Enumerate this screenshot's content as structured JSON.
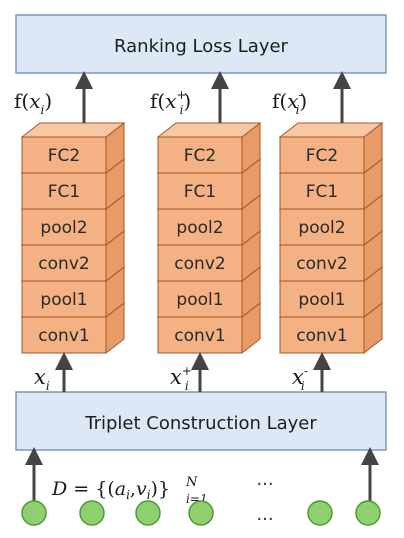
{
  "top_box": {
    "label": "Ranking Loss Layer"
  },
  "bottom_box": {
    "label": "Triplet Construction Layer"
  },
  "columns": [
    {
      "output_label": {
        "f": "f(",
        "x": "x",
        "sub": "i",
        "sup": "",
        "close": ")"
      },
      "input_label": {
        "x": "x",
        "sub": "i",
        "sup": ""
      }
    },
    {
      "output_label": {
        "f": "f(",
        "x": "x",
        "sub": "i",
        "sup": "+",
        "close": ")"
      },
      "input_label": {
        "x": "x",
        "sub": "i",
        "sup": "+"
      }
    },
    {
      "output_label": {
        "f": "f(",
        "x": "x",
        "sub": "i",
        "sup": "-",
        "close": ")"
      },
      "input_label": {
        "x": "x",
        "sub": "i",
        "sup": "-"
      }
    }
  ],
  "layers_top_to_bottom": [
    "FC2",
    "FC1",
    "pool2",
    "conv2",
    "pool1",
    "conv1"
  ],
  "dataset_formula": {
    "D": "D",
    "eq": " = {(",
    "a": "a",
    "a_sub": "i",
    "comma": ",",
    "v": "v",
    "v_sub": "i",
    "close": ")}",
    "upper": "N",
    "lower": "i=1"
  },
  "ellipsis_top": "...",
  "ellipsis_bottom": "...",
  "colors": {
    "box_fill": "#dce8f5",
    "box_stroke": "#7f97b2",
    "block_front": "#f4b183",
    "block_top": "#f8c8a4",
    "block_side": "#e89b66",
    "block_stroke": "#a5582a",
    "node_fill": "#8fcf6e",
    "node_stroke": "#4f9a35",
    "arrow": "#444444"
  }
}
